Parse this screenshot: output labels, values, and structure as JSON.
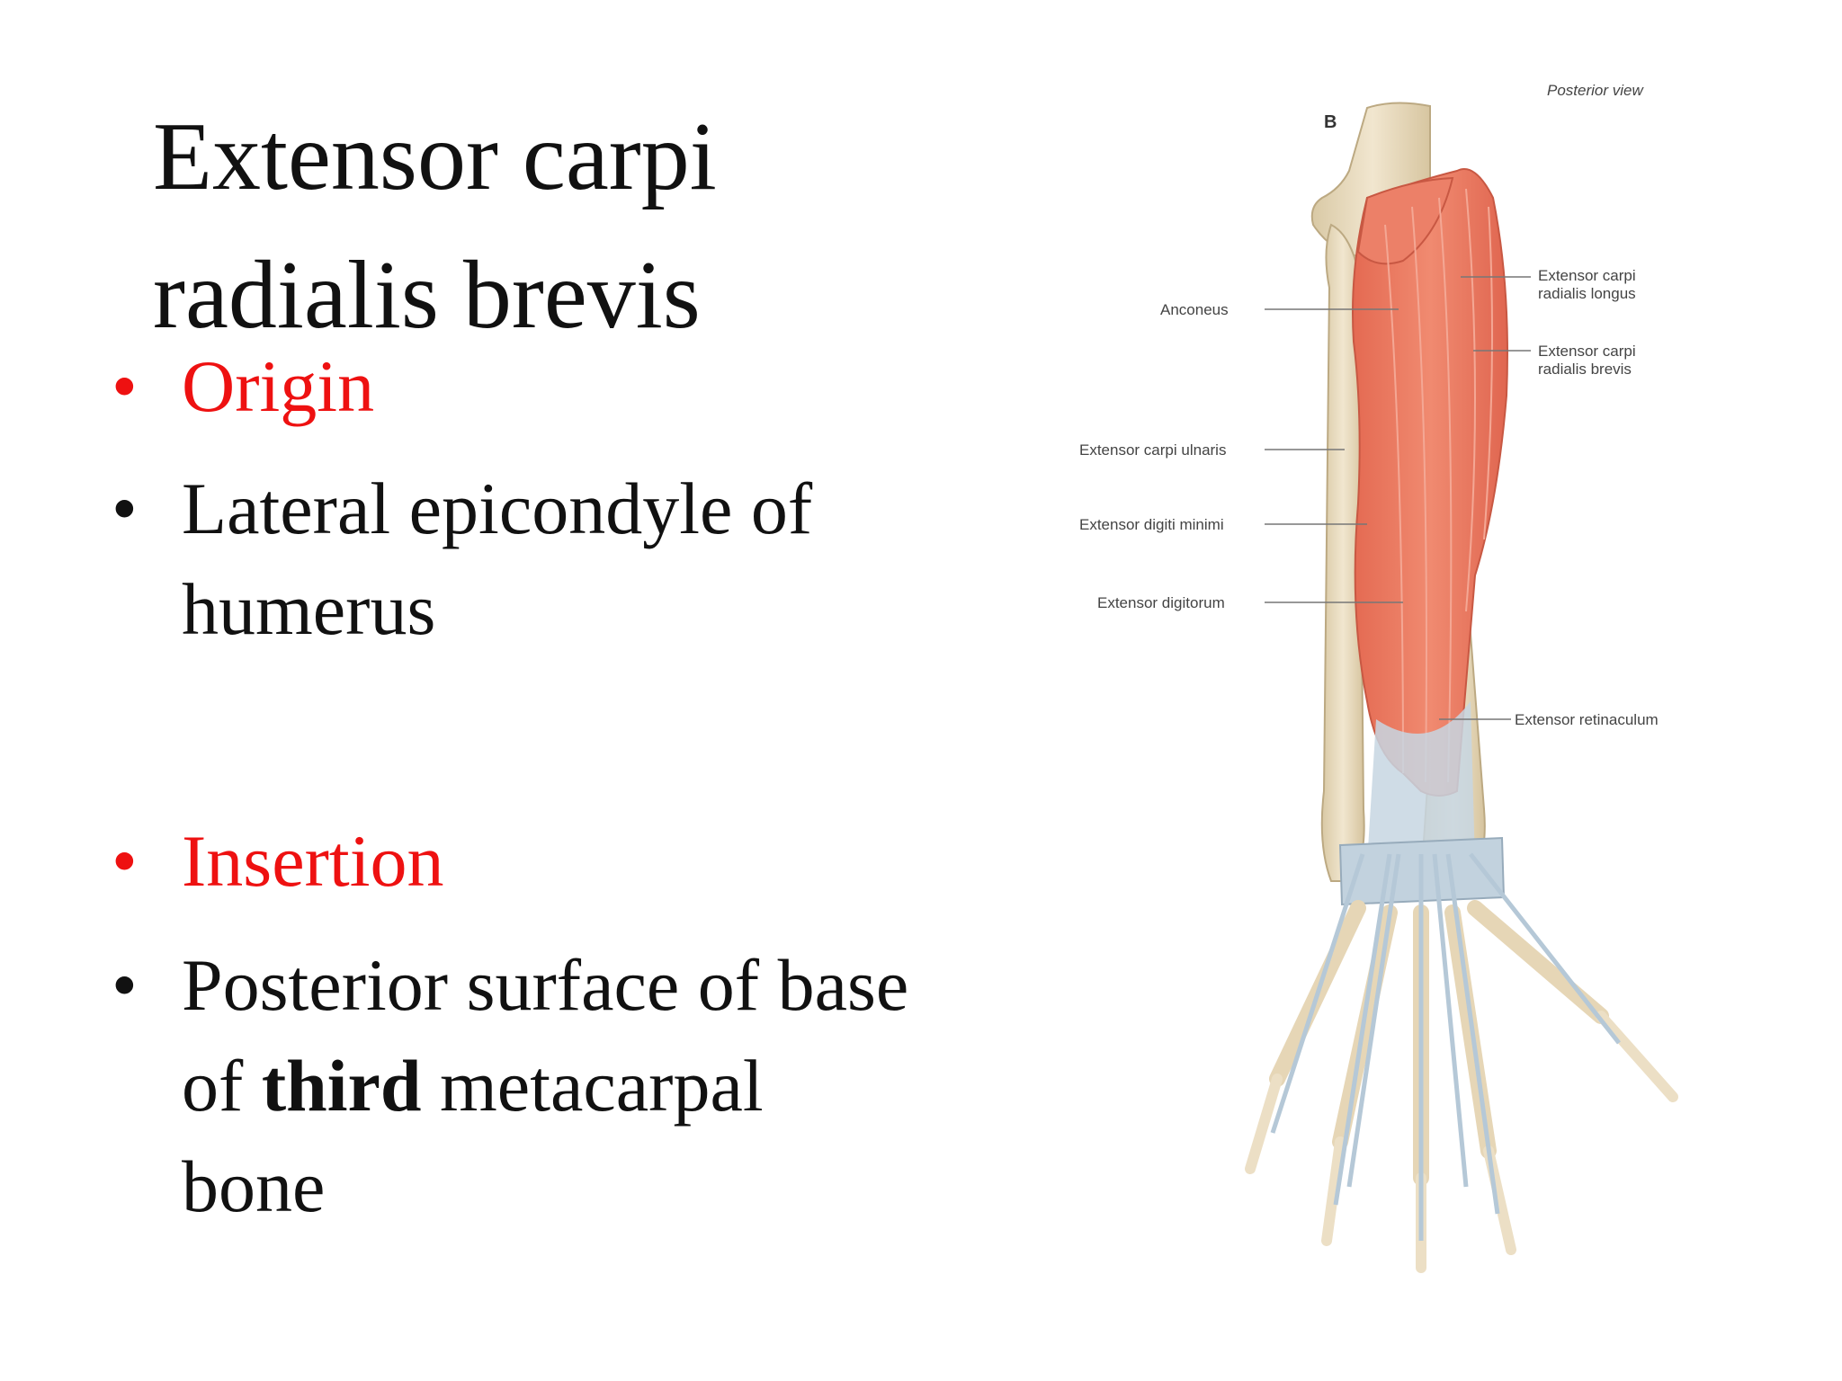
{
  "title": {
    "line1": "Extensor carpi",
    "line2": "radialis brevis"
  },
  "bullets": [
    {
      "text": "Origin",
      "color": "#ee1111"
    },
    {
      "text": "Lateral epicondyle of humerus",
      "line1": "Lateral epicondyle of",
      "line2": "humerus"
    },
    {
      "text": "Insertion",
      "color": "#ee1111"
    },
    {
      "line1": "Posterior surface of base",
      "line2_a": "of ",
      "line2_bold": "third",
      "line2_b": " metacarpal",
      "line3": "bone"
    }
  ],
  "bullet_glyph": "•",
  "figure": {
    "letter": "B",
    "view": "Posterior view",
    "labels": {
      "anconeus": "Anconeus",
      "ecrl_1": "Extensor carpi",
      "ecrl_2": "radialis longus",
      "ecrb_1": "Extensor carpi",
      "ecrb_2": "radialis brevis",
      "ecu": "Extensor carpi ulnaris",
      "edm": "Extensor digiti minimi",
      "ed": "Extensor digitorum",
      "retinaculum": "Extensor retinaculum"
    },
    "colors": {
      "muscle": "#e8775e",
      "muscle_light": "#f2a48f",
      "bone": "#e9dcc0",
      "tendon": "#b9cbd9"
    }
  }
}
